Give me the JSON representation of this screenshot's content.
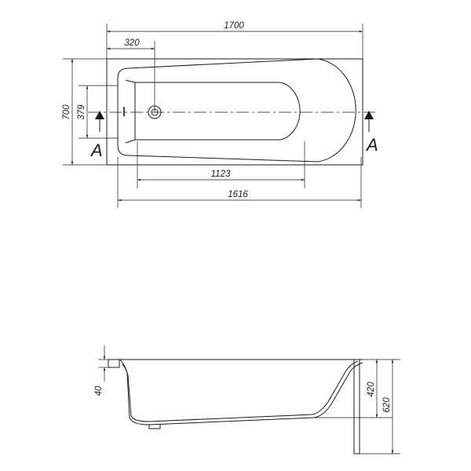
{
  "top_view": {
    "dimensions": {
      "overall_length": "1700",
      "drain_offset": "320",
      "overall_width": "700",
      "drain_center": "379",
      "inner_bottom_length": "1123",
      "inner_length": "1616"
    },
    "section_marks": {
      "left": "A",
      "right": "A"
    }
  },
  "side_view": {
    "dimensions": {
      "rim_height": "40",
      "inner_depth": "420",
      "total_height": "620"
    }
  },
  "colors": {
    "line": "#1a1a1a",
    "background": "#ffffff"
  }
}
